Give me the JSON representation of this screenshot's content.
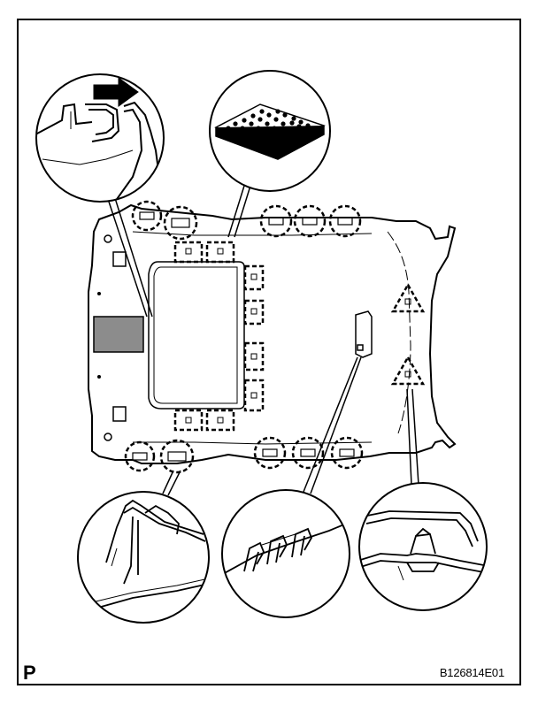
{
  "figure": {
    "corner_letter": "P",
    "figure_id": "B126814E01"
  },
  "colors": {
    "line": "#000000",
    "background": "#ffffff",
    "fill_gray": "#8c8c8c"
  },
  "callouts": [
    {
      "name": "clip-detail-callout",
      "icon": "clip-with-push-arrow"
    },
    {
      "name": "velcro-detail-callout",
      "icon": "hook-and-loop-fastener"
    },
    {
      "name": "front-clip-detail-callout",
      "icon": "edge-clip"
    },
    {
      "name": "overhead-bracket-detail-callout",
      "icon": "bracket-clip"
    },
    {
      "name": "side-clip-detail-callout",
      "icon": "retainer-clip"
    }
  ]
}
